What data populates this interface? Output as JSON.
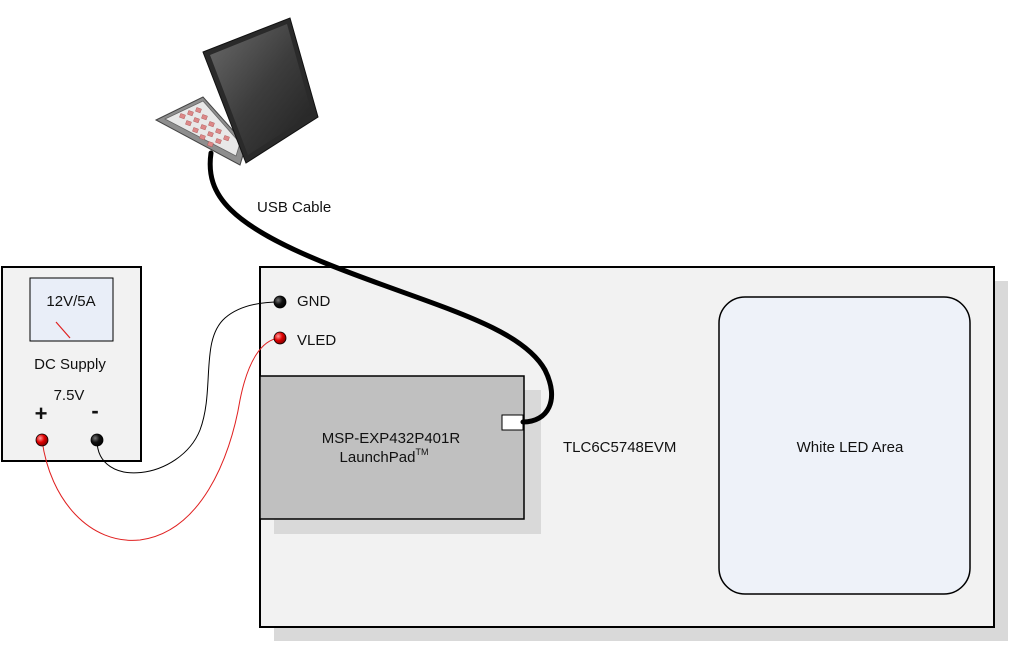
{
  "laptop": {
    "icon": "laptop-icon"
  },
  "usb_cable": {
    "label": "USB Cable"
  },
  "supply": {
    "meter_label": "12V/5A",
    "title": "DC Supply",
    "voltage": "7.5V",
    "plus_label": "+",
    "minus_label": "-"
  },
  "evm": {
    "name": "TLC6C5748EVM",
    "gnd_label": "GND",
    "vled_label": "VLED",
    "led_area_label": "White LED Area"
  },
  "launchpad": {
    "line1": "MSP-EXP432P401R",
    "line2": "LaunchPad",
    "tm": "TM"
  },
  "colors": {
    "board_fill": "#f2f2f2",
    "launchpad_fill": "#c0c0c0",
    "shadow": "#d9d9d9",
    "led_area_fill": "#eef2f9",
    "meter_fill": "#e9eef8",
    "red_wire": "#e02020",
    "black_wire": "#000000",
    "red_terminal": "#e00000"
  }
}
